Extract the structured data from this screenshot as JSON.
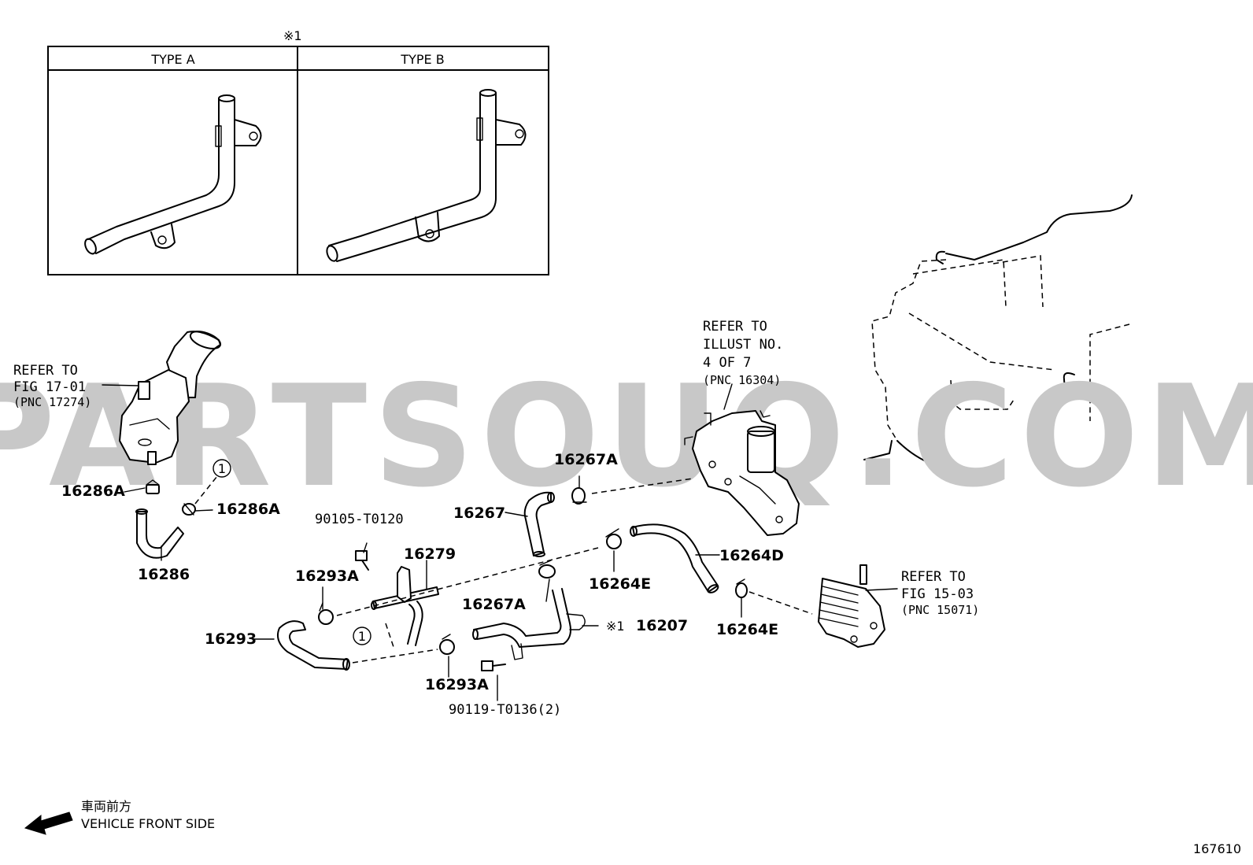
{
  "inset": {
    "marker": "※1",
    "type_a": "TYPE A",
    "type_b": "TYPE B"
  },
  "watermark": "PARTSOUQ.COM",
  "parts": {
    "p16286A_left": "16286A",
    "p16286A_right": "16286A",
    "p16286": "16286",
    "p16293A_top": "16293A",
    "p16293": "16293",
    "p16293A_bottom": "16293A",
    "bolt_90105": "90105-T0120",
    "p16279": "16279",
    "bolt_90119": "90119-T0136(2)",
    "p16267": "16267",
    "p16267A_top": "16267A",
    "p16267A_bottom": "16267A",
    "p16207_marker": "※1",
    "p16207": "16207",
    "p16264D": "16264D",
    "p16264E_top": "16264E",
    "p16264E_bottom": "16264E",
    "callout_1_top": "1",
    "callout_1_bottom": "1"
  },
  "references": {
    "left": [
      "REFER TO",
      "FIG 17-01",
      "(PNC 17274)"
    ],
    "center": [
      "REFER TO",
      "ILLUST NO.",
      "4 OF 7",
      "(PNC 16304)"
    ],
    "right": [
      "REFER TO",
      "FIG 15-03",
      "(PNC 15071)"
    ]
  },
  "direction": {
    "jp": "車両前方",
    "en": "VEHICLE FRONT SIDE"
  },
  "figure_number": "167610"
}
